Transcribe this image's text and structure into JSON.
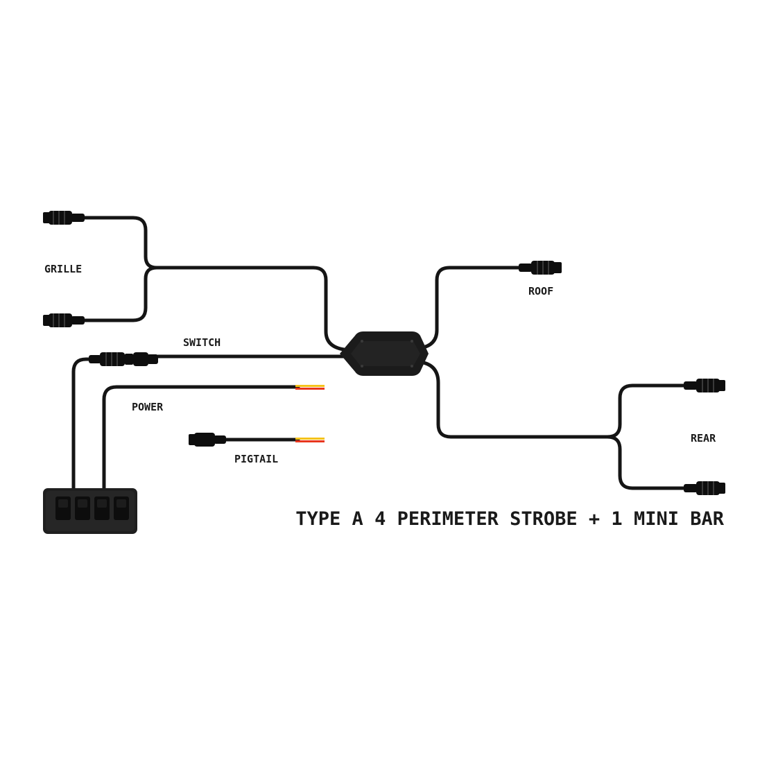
{
  "labels": {
    "grille": "GRILLE",
    "roof": "ROOF",
    "switch": "SWITCH",
    "power": "POWER",
    "rear": "REAR",
    "pigtail": "PIGTAIL"
  },
  "title": "TYPE A 4 PERIMETER STROBE + 1 MINI BAR",
  "colors": {
    "cable": "#151515",
    "connector": "#0e0e0e",
    "wire_red": "#e8361c",
    "wire_yellow": "#f5c21a",
    "module": "#1b1b1b",
    "switch_panel": "#1f1f1f"
  }
}
